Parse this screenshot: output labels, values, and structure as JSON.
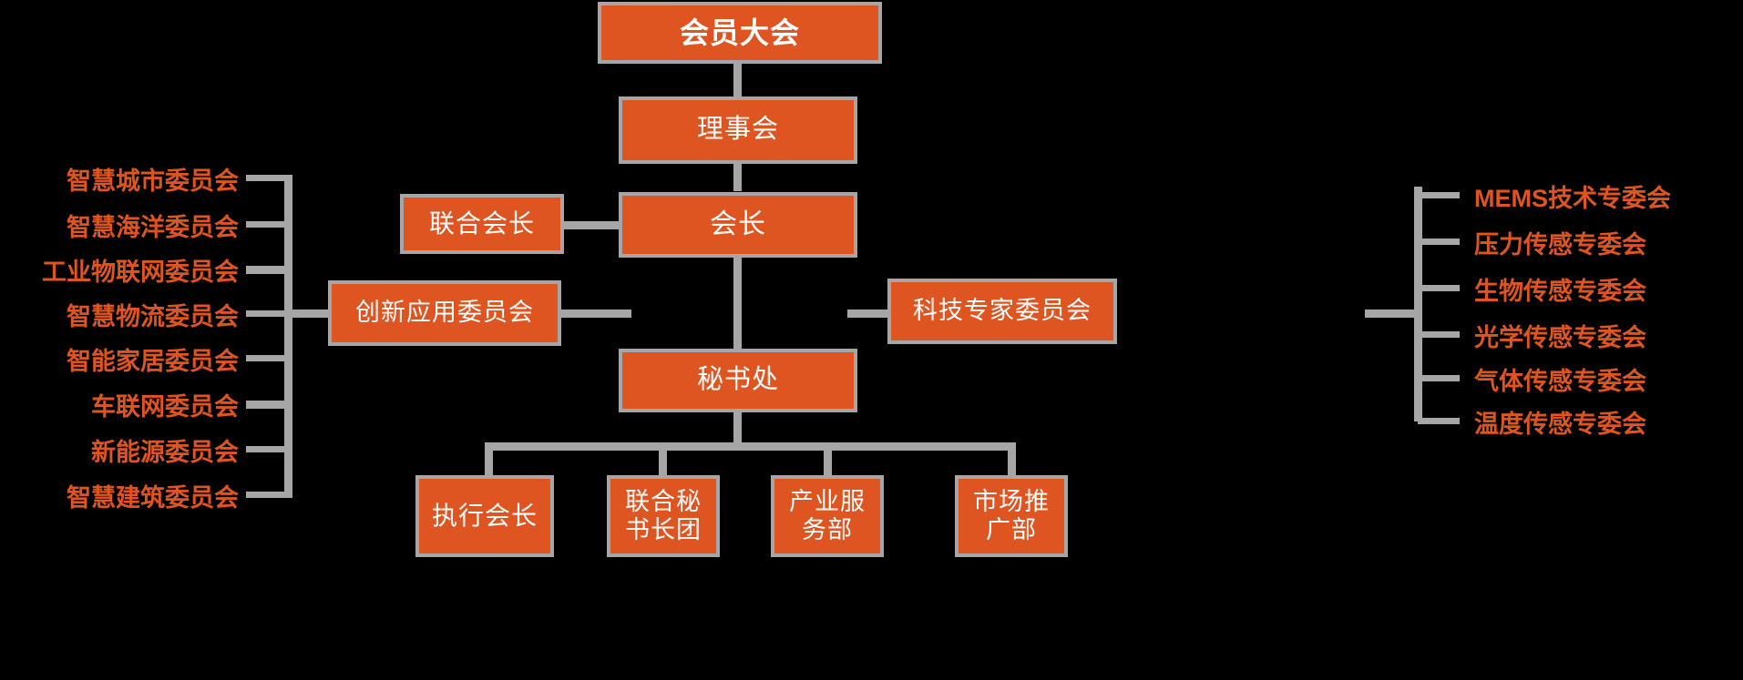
{
  "diagram": {
    "title_text": "会员大会",
    "colors": {
      "box_fill": "#DF5521",
      "box_border": "#A6A6A6",
      "connector": "#A6A6A6",
      "box_text": "#FFFFFF",
      "leaf_text": "#DF5521",
      "background": "#000000"
    },
    "nodes": {
      "assembly": "会员大会",
      "council": "理事会",
      "joint_president": "联合会长",
      "president": "会长",
      "innovation_committee": "创新应用委员会",
      "expert_committee": "科技专家委员会",
      "secretariat": "秘书处"
    },
    "secretariat_children": [
      {
        "label": "执行会长"
      },
      {
        "label": "联合秘\n书长团"
      },
      {
        "label": "产业服\n务部"
      },
      {
        "label": "市场推\n广部"
      }
    ],
    "left_committees": [
      {
        "label": "智慧城市委员会"
      },
      {
        "label": "智慧海洋委员会"
      },
      {
        "label": "工业物联网委员会"
      },
      {
        "label": "智慧物流委员会"
      },
      {
        "label": "智能家居委员会"
      },
      {
        "label": "车联网委员会"
      },
      {
        "label": "新能源委员会"
      },
      {
        "label": "智慧建筑委员会"
      }
    ],
    "right_committees": [
      {
        "label": "MEMS技术专委会"
      },
      {
        "label": "压力传感专委会"
      },
      {
        "label": "生物传感专委会"
      },
      {
        "label": "光学传感专委会"
      },
      {
        "label": "气体传感专委会"
      },
      {
        "label": "温度传感专委会"
      }
    ]
  }
}
